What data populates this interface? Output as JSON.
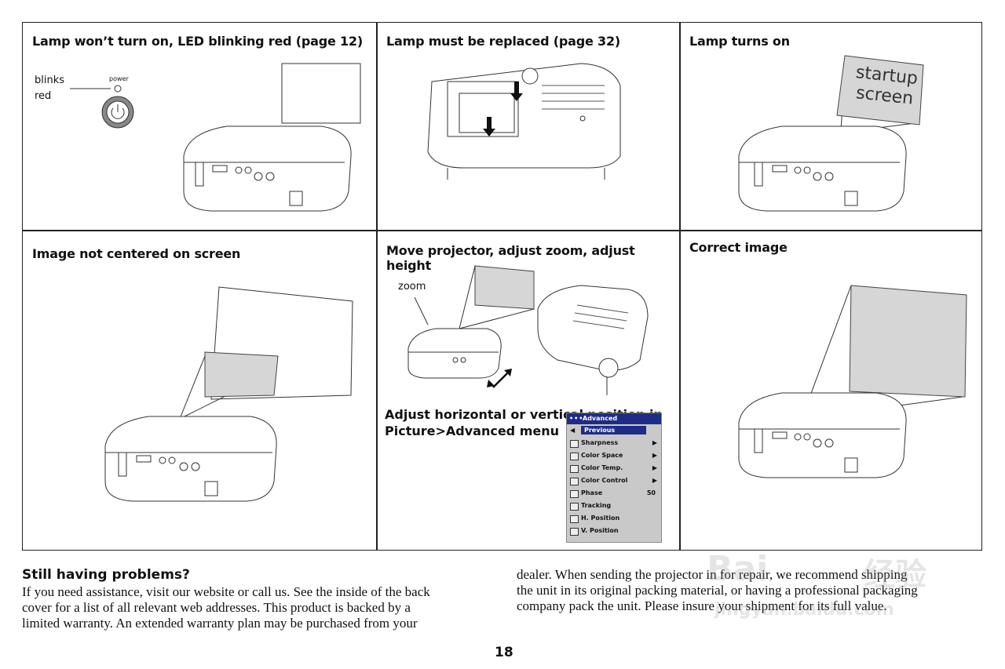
{
  "cells": {
    "c1": {
      "title": "Lamp won’t turn on, LED blinking red (page 12)",
      "blinks": "blinks",
      "red": "red",
      "power": "power"
    },
    "c2": {
      "title": "Lamp must be replaced (page 32)"
    },
    "c3": {
      "title": "Lamp turns on",
      "screen_line1": "startup",
      "screen_line2": "screen"
    },
    "c4": {
      "title": "Image not centered on screen"
    },
    "c5": {
      "title": "Move projector, adjust zoom, adjust height",
      "zoom": "zoom",
      "adjust_line1": "Adjust horizontal or vertical position in",
      "adjust_line2": "Picture>Advanced menu"
    },
    "c6": {
      "title": "Correct image"
    }
  },
  "osd_menu": {
    "header": "Advanced",
    "items": [
      {
        "label": "Previous",
        "selected": true,
        "icon": "arrow-left-icon"
      },
      {
        "label": "Sharpness",
        "arrow": "▶",
        "icon": "sharpness-icon"
      },
      {
        "label": "Color Space",
        "arrow": "▶",
        "icon": "color-space-icon"
      },
      {
        "label": "Color Temp.",
        "arrow": "▶",
        "icon": "color-temp-icon"
      },
      {
        "label": "Color Control",
        "arrow": "▶",
        "icon": "color-control-icon"
      },
      {
        "label": "Phase",
        "value": "50",
        "icon": "phase-icon"
      },
      {
        "label": "Tracking",
        "icon": "tracking-icon"
      },
      {
        "label": "H. Position",
        "icon": "h-position-icon"
      },
      {
        "label": "V. Position",
        "icon": "v-position-icon"
      }
    ]
  },
  "footer": {
    "title": "Still having problems?",
    "left_lines": [
      "If you need assistance, visit our website or call us. See the inside of the back",
      "cover for a list of all relevant web addresses. This product is backed by a",
      "limited warranty. An extended warranty plan may be purchased from your"
    ],
    "right_lines": [
      "dealer. When sending the projector in for repair, we recommend shipping",
      "the unit in its original packing material, or having a professional packaging",
      "company pack the unit. Please insure your shipment for its full value."
    ],
    "page_number": "18"
  },
  "watermark": {
    "text1": "Bai",
    "text2": "经验",
    "text3": "jingyan.baidu.com"
  }
}
